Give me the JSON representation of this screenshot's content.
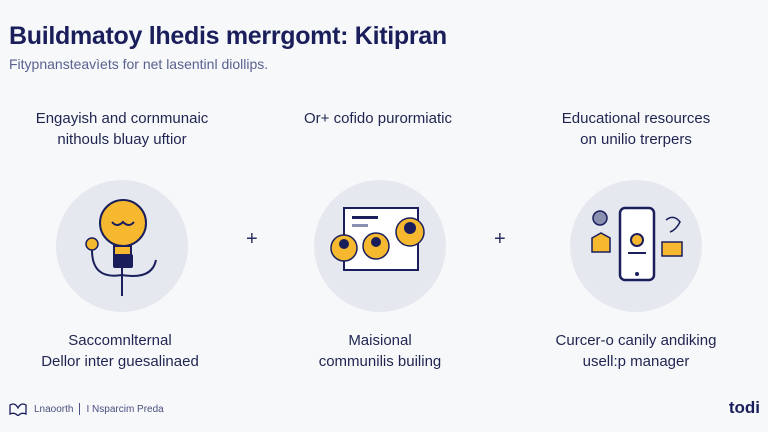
{
  "header": {
    "title": "Buildmatoy lhedis merrgomt: Kitipran",
    "subtitle": "Fitypnansteavìets for net lasentinl diollips."
  },
  "columns": [
    {
      "heading_1": "Engayish and cornmunaic",
      "heading_2": "nithouls bluay uftior",
      "caption_1": "Saccomnlternal",
      "caption_2": "Dellor inter guesalinaed",
      "icon": "lightbulb-icon"
    },
    {
      "heading_1": "Or+ cofido purormiatic",
      "heading_2": "",
      "caption_1": "Maisional",
      "caption_2": "communilis builing",
      "icon": "people-board-icon"
    },
    {
      "heading_1": "Educational resources",
      "heading_2": "on unilio trerpers",
      "caption_1": "Curcer-o canily andiking",
      "caption_2": "usell:p manager",
      "icon": "mobile-resources-icon"
    }
  ],
  "connectors": [
    "+",
    "+"
  ],
  "footer": {
    "left_text": "Lnaoorth",
    "right_text": "I Nsparcim Preda",
    "brand": "todi"
  },
  "colors": {
    "accent": "#f5b82e",
    "navy": "#1a1f5c",
    "circle": "#e6e8ef"
  }
}
